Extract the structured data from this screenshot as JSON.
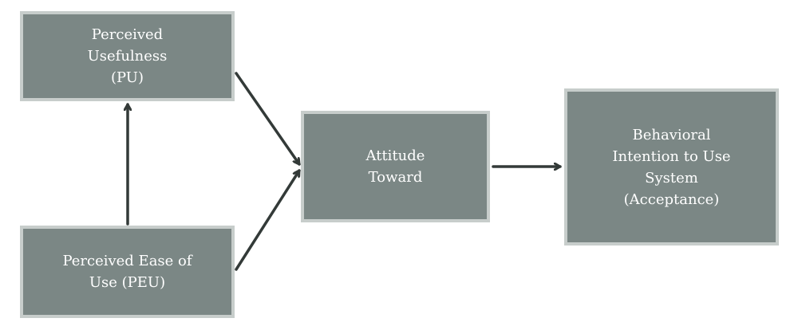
{
  "nodes": {
    "pu": {
      "lines": [
        "Perceived",
        "Usefulness",
        "(PU)"
      ]
    },
    "peu": {
      "lines": [
        "Perceived Ease of",
        "Use (PEU)"
      ]
    },
    "attitude": {
      "lines": [
        "Attitude",
        "Toward"
      ]
    },
    "intention": {
      "lines": [
        "Behavioral",
        "Intention to Use",
        "System",
        "(Acceptance)"
      ]
    }
  },
  "edges": [
    {
      "from": "peu",
      "to": "pu"
    },
    {
      "from": "pu",
      "to": "attitude"
    },
    {
      "from": "peu",
      "to": "attitude"
    },
    {
      "from": "attitude",
      "to": "intention"
    }
  ],
  "colors": {
    "box_fill": "#7b8785",
    "box_border": "#c7cdcb",
    "arrow": "#333a38",
    "text": "#ffffff"
  }
}
